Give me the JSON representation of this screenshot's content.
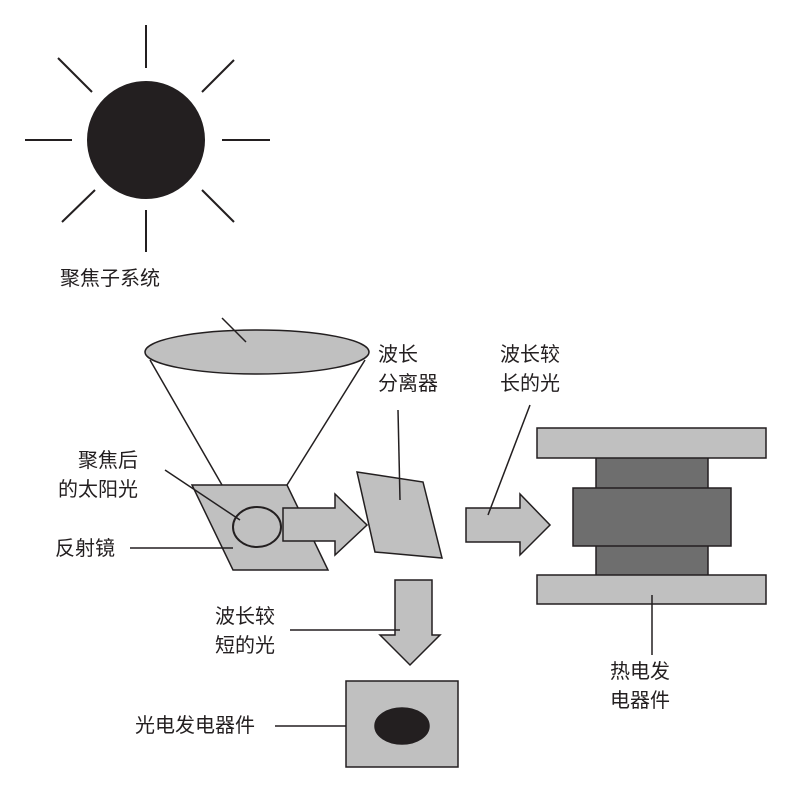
{
  "labels": {
    "focusing_subsystem": "聚焦子系统",
    "splitter_l1": "波长",
    "splitter_l2": "分离器",
    "long_l1": "波长较",
    "long_l2": "长的光",
    "focused_l1": "聚焦后",
    "focused_l2": "的太阳光",
    "reflector": "反射镜",
    "short_l1": "波长较",
    "short_l2": "短的光",
    "thermo_l1": "热电发",
    "thermo_l2": "电器件",
    "pv": "光电发电器件"
  },
  "colors": {
    "light": "#c0c0c0",
    "dark": "#6e6e6e",
    "ink": "#231f20"
  }
}
